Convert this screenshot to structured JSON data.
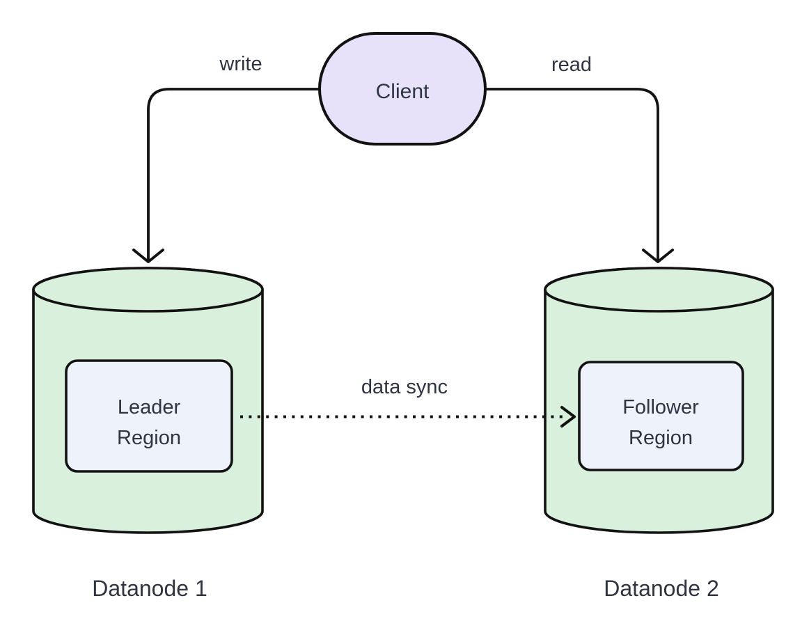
{
  "diagram": {
    "colors": {
      "stroke": "#121212",
      "text": "#2e3440",
      "client_fill": "#e7e1f9",
      "cylinder_fill": "#d9f0dc",
      "region_fill": "#edf2fb"
    },
    "nodes": {
      "client": {
        "label": "Client"
      },
      "leader": {
        "lines": [
          "Leader",
          "Region"
        ]
      },
      "follower": {
        "lines": [
          "Follower",
          "Region"
        ]
      },
      "datanode1": {
        "caption": "Datanode 1"
      },
      "datanode2": {
        "caption": "Datanode 2"
      }
    },
    "edges": {
      "write": {
        "label": "write",
        "style": "solid"
      },
      "read": {
        "label": "read",
        "style": "solid"
      },
      "sync": {
        "label": "data sync",
        "style": "dotted"
      }
    }
  }
}
